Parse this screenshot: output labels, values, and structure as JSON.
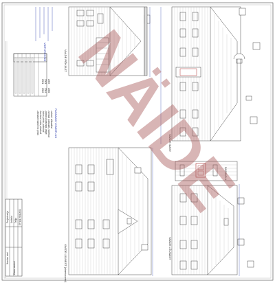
{
  "drawing": {
    "elevations": [
      {
        "id": "north",
        "label": "VAADE PÕHJAST"
      },
      {
        "id": "east",
        "label": "VAADE IDAST"
      },
      {
        "id": "west",
        "label": "VAADE LÄÄNEST (sisehoovist)"
      },
      {
        "id": "south",
        "label": "VAADE LÕUNAST"
      },
      {
        "id": "detail",
        "label": "FASSAD A"
      }
    ],
    "materials_title": "FASSAADI VIIMISTLUS",
    "materials": [
      "- sokkel: silikaatkivi",
      "- seinad: puitlaudis, värvitud",
      "- aknad: puitaknad, valge",
      "- katus: plekk, valtsitud",
      "- korsten: krohv, värvitud",
      "- vihmaveesüsteem: plekk"
    ],
    "legend_items": [
      "2001",
      "2002",
      "2003",
      "2004",
      "2005",
      "2006"
    ],
    "legend_title": "VÄRVITOONID",
    "title_block": {
      "rows": [
        "Projekteerija",
        "Arhitekt",
        "Tellija",
        "EP10176010001"
      ],
      "bottom_label": "Joonise nimi",
      "bottom_value": "Elamu vaated"
    },
    "watermark": "NÄIDE"
  }
}
